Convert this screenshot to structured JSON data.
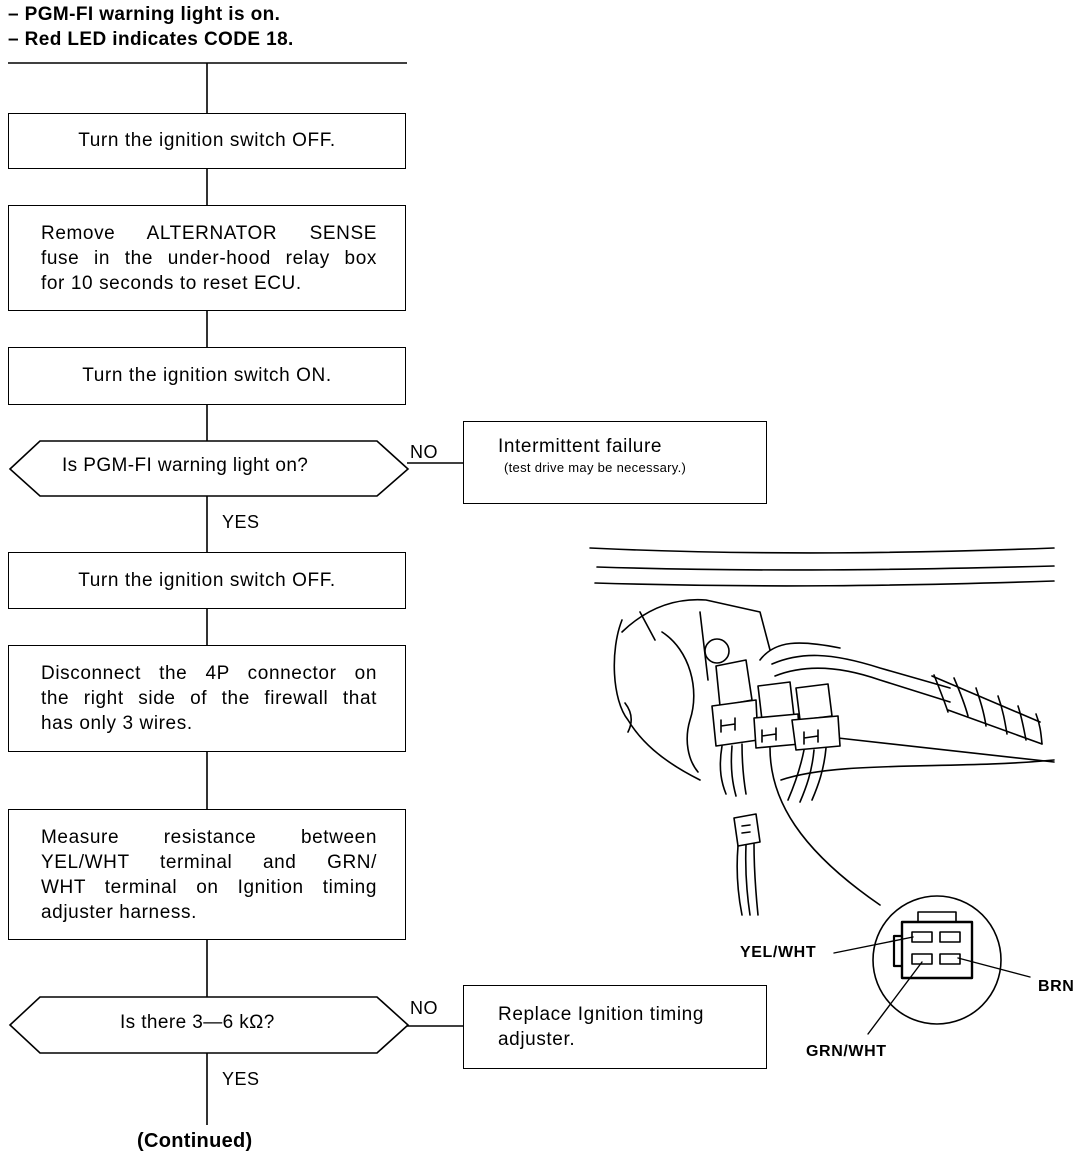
{
  "header": {
    "line1": "– PGM-FI warning light is on.",
    "line2": "– Red LED indicates CODE 18."
  },
  "steps": {
    "ignition_off_1": "Turn the ignition switch OFF.",
    "remove_fuse": [
      "Remove ALTERNATOR SENSE",
      "fuse in the under-hood relay box",
      "for 10 seconds to reset ECU."
    ],
    "ignition_on": "Turn the ignition switch ON.",
    "ignition_off_2": "Turn the ignition switch OFF.",
    "disconnect": [
      "Disconnect the 4P connector on",
      "the right side of the firewall that",
      "has only 3 wires."
    ],
    "measure": [
      "Measure resistance between",
      "YEL/WHT terminal and GRN/",
      "WHT terminal on Ignition timing",
      "adjuster harness."
    ]
  },
  "decisions": {
    "warning_light": "Is PGM-FI warning light on?",
    "resistance": "Is there 3—6 kΩ?"
  },
  "outcomes": {
    "intermittent_title": "Intermittent failure",
    "intermittent_note": "(test drive may be necessary.)",
    "replace": [
      "Replace Ignition timing",
      "adjuster."
    ]
  },
  "branch_labels": {
    "no": "NO",
    "yes": "YES"
  },
  "continued": "(Continued)",
  "wire_labels": {
    "yel_wht": "YEL/WHT",
    "grn_wht": "GRN/WHT",
    "brn": "BRN"
  }
}
